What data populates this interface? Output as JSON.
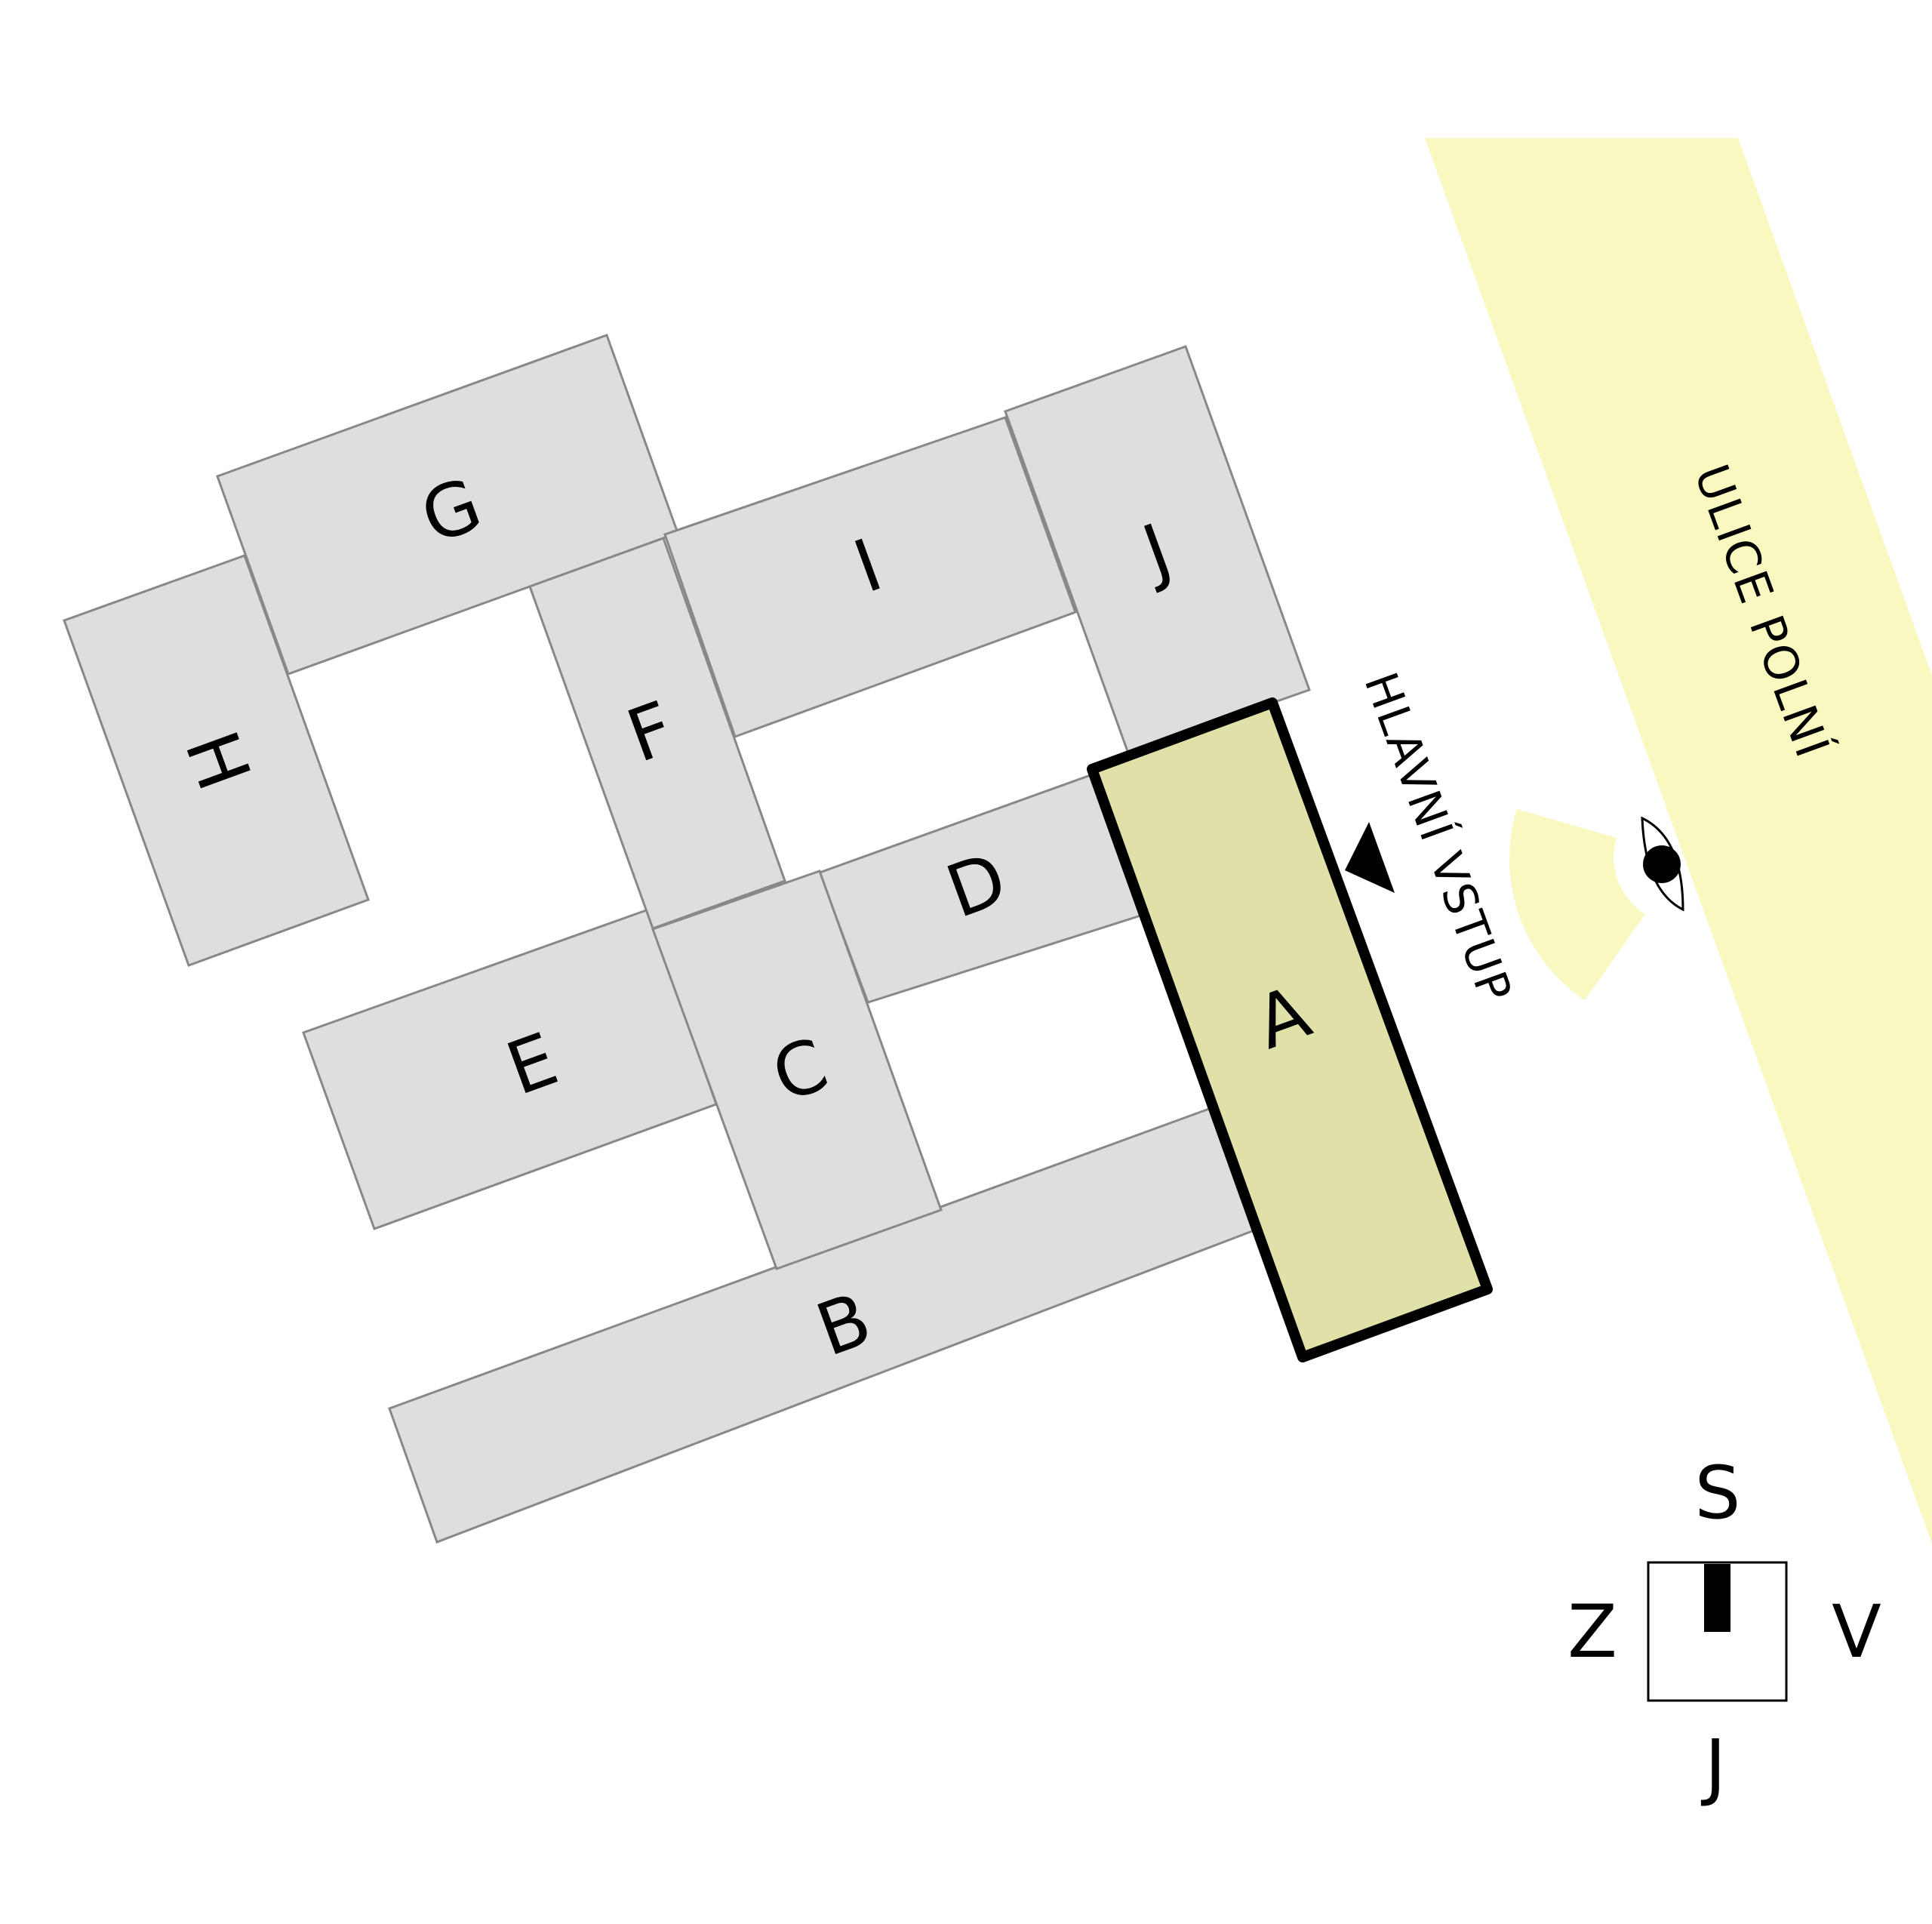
{
  "street": {
    "name": "ULICE POLNÍ",
    "color": "#f8f8c0"
  },
  "entrance": {
    "label": "HLAVNÍ VSTUP"
  },
  "buildings": {
    "fill": "#dedede",
    "stroke": "#888888",
    "highlight_fill": "#e0e1a8",
    "items": [
      {
        "id": "A",
        "label": "A",
        "highlighted": true
      },
      {
        "id": "B",
        "label": "B"
      },
      {
        "id": "C",
        "label": "C"
      },
      {
        "id": "D",
        "label": "D"
      },
      {
        "id": "E",
        "label": "E"
      },
      {
        "id": "F",
        "label": "F"
      },
      {
        "id": "G",
        "label": "G"
      },
      {
        "id": "H",
        "label": "H"
      },
      {
        "id": "I",
        "label": "I"
      },
      {
        "id": "J",
        "label": "J"
      }
    ]
  },
  "viewpoint": {
    "icon": "eye-icon",
    "cone_color": "#f8f8c0"
  },
  "compass": {
    "north": "S",
    "south": "J",
    "east": "V",
    "west": "Z"
  }
}
